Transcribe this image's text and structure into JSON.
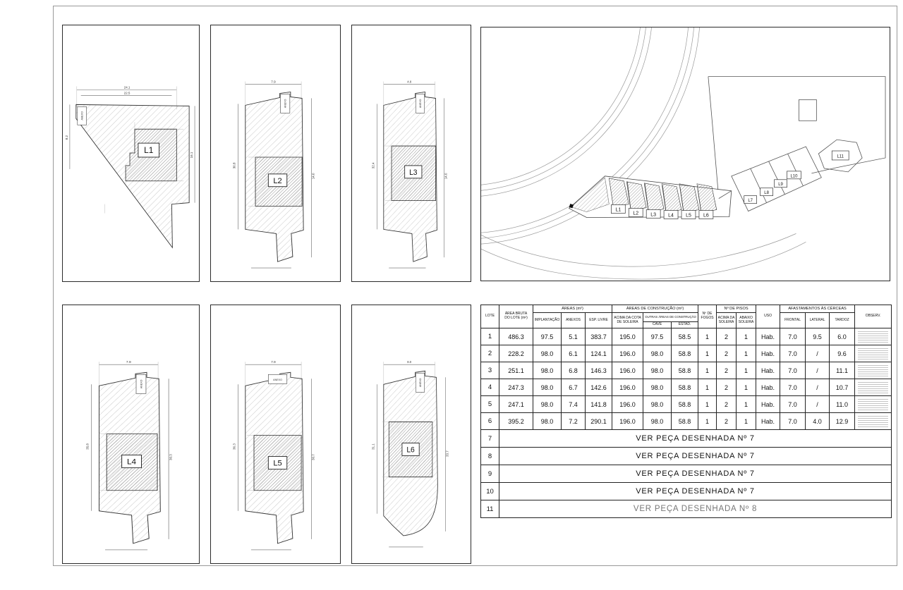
{
  "panels": [
    {
      "label": "L1",
      "anexo": "ANEXO",
      "dim_top": "24.1",
      "dim_top2": "22.5",
      "dim_left": "8.2",
      "dim_right": "16.1"
    },
    {
      "label": "L2",
      "anexo": "ANEXO",
      "dim_top": "7.9",
      "dim_left": "30.8",
      "dim_right": "14.0"
    },
    {
      "label": "L3",
      "anexo": "ANEXO",
      "dim_top": "4.8",
      "dim_left": "32.4",
      "dim_right": "14.0"
    },
    {
      "label": "L4",
      "anexo": "ANEXO",
      "dim_top": "7.9",
      "dim_left": "35.8",
      "dim_right": "30.3"
    },
    {
      "label": "L5",
      "anexo": "ANEXO",
      "dim_top": "7.9",
      "dim_left": "36.3",
      "dim_right": "30.7"
    },
    {
      "label": "L6",
      "anexo": "ANEXO",
      "dim_top": "8.0",
      "dim_left": "31.1",
      "dim_right": "33.7"
    }
  ],
  "site": {
    "lots": [
      "L1",
      "L2",
      "L3",
      "L4",
      "L5",
      "L6",
      "L7",
      "L8",
      "L9",
      "L10",
      "L11"
    ]
  },
  "table": {
    "headers": {
      "lote": "LOTE",
      "area_bruta_l1": "ÁREA BRUTA",
      "area_bruta_l2": "DO LOTE (m²)",
      "areas_group": "ÁREAS (m²)",
      "implantacao": "IMPLANTAÇÃO",
      "anexos": "ANEXOS",
      "esp_livre": "ESP. LIVRE",
      "construcao_group": "ÁREAS DE CONSTRUÇÃO (m²)",
      "acima_cota_l1": "ACIMA DA COTA",
      "acima_cota_l2": "DE SOLEIRA",
      "outras_group": "OUTRAS ÁREAS DE CONSTRUÇÃO",
      "cave": "CAVE",
      "estad": "ESTAD.",
      "fogos_l1": "Nº DE",
      "fogos_l2": "FOGOS",
      "pisos_group": "Nº DE PISOS",
      "pisos_acima_l1": "ACIMA DA",
      "pisos_acima_l2": "SOLEIRA",
      "pisos_abaixo_l1": "ABAIXO",
      "pisos_abaixo_l2": "SOLEIRA",
      "uso": "USO",
      "afastamentos_group": "AFASTAMENTOS ÀS CÉRCEAS",
      "frontal": "FRONTAL",
      "lateral": "LATERAL",
      "tardoz": "TARDOZ",
      "observ": "OBSERV."
    },
    "rows": [
      {
        "lote": "1",
        "area_bruta": "486.3",
        "implantacao": "97.5",
        "anexos": "5.1",
        "esp_livre": "383.7",
        "acima_cota": "195.0",
        "cave": "97.5",
        "estad": "58.5",
        "fogos": "1",
        "pisos_acima": "2",
        "pisos_abaixo": "1",
        "uso": "Hab.",
        "frontal": "7.0",
        "lateral": "9.5",
        "tardoz": "6.0"
      },
      {
        "lote": "2",
        "area_bruta": "228.2",
        "implantacao": "98.0",
        "anexos": "6.1",
        "esp_livre": "124.1",
        "acima_cota": "196.0",
        "cave": "98.0",
        "estad": "58.8",
        "fogos": "1",
        "pisos_acima": "2",
        "pisos_abaixo": "1",
        "uso": "Hab.",
        "frontal": "7.0",
        "lateral": "/",
        "tardoz": "9.6"
      },
      {
        "lote": "3",
        "area_bruta": "251.1",
        "implantacao": "98.0",
        "anexos": "6.8",
        "esp_livre": "146.3",
        "acima_cota": "196.0",
        "cave": "98.0",
        "estad": "58.8",
        "fogos": "1",
        "pisos_acima": "2",
        "pisos_abaixo": "1",
        "uso": "Hab.",
        "frontal": "7.0",
        "lateral": "/",
        "tardoz": "11.1"
      },
      {
        "lote": "4",
        "area_bruta": "247.3",
        "implantacao": "98.0",
        "anexos": "6.7",
        "esp_livre": "142.6",
        "acima_cota": "196.0",
        "cave": "98.0",
        "estad": "58.8",
        "fogos": "1",
        "pisos_acima": "2",
        "pisos_abaixo": "1",
        "uso": "Hab.",
        "frontal": "7.0",
        "lateral": "/",
        "tardoz": "10.7"
      },
      {
        "lote": "5",
        "area_bruta": "247.1",
        "implantacao": "98.0",
        "anexos": "7.4",
        "esp_livre": "141.8",
        "acima_cota": "196.0",
        "cave": "98.0",
        "estad": "58.8",
        "fogos": "1",
        "pisos_acima": "2",
        "pisos_abaixo": "1",
        "uso": "Hab.",
        "frontal": "7.0",
        "lateral": "/",
        "tardoz": "11.0"
      },
      {
        "lote": "6",
        "area_bruta": "395.2",
        "implantacao": "98.0",
        "anexos": "7.2",
        "esp_livre": "290.1",
        "acima_cota": "196.0",
        "cave": "98.0",
        "estad": "58.8",
        "fogos": "1",
        "pisos_acima": "2",
        "pisos_abaixo": "1",
        "uso": "Hab.",
        "frontal": "7.0",
        "lateral": "4.0",
        "tardoz": "12.9"
      }
    ],
    "merged_rows": [
      {
        "lote": "7",
        "text": "VER PEÇA DESENHADA Nº 7",
        "muted": false
      },
      {
        "lote": "8",
        "text": "VER PEÇA DESENHADA Nº 7",
        "muted": false
      },
      {
        "lote": "9",
        "text": "VER PEÇA DESENHADA Nº 7",
        "muted": false
      },
      {
        "lote": "10",
        "text": "VER PEÇA DESENHADA Nº 7",
        "muted": false
      },
      {
        "lote": "11",
        "text": "VER PEÇA DESENHADA Nº 8",
        "muted": true
      }
    ]
  }
}
